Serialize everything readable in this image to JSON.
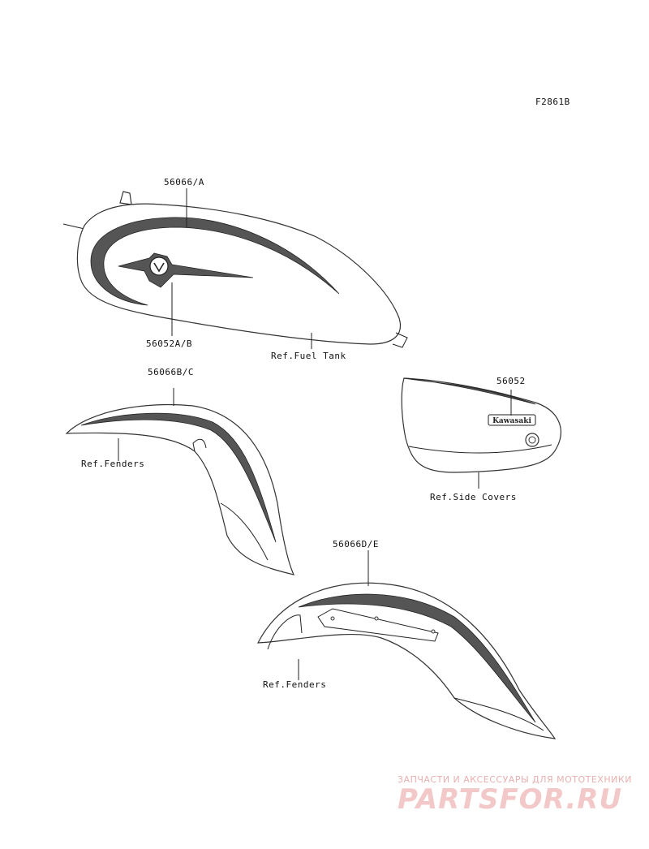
{
  "figure_code": "F2861B",
  "labels": {
    "tank_stripe": "56066/A",
    "tank_emblem": "56052A/B",
    "ref_fuel_tank": "Ref.Fuel Tank",
    "front_fender_stripe": "56066B/C",
    "ref_fenders_front": "Ref.Fenders",
    "side_cover_emblem": "56052",
    "ref_side_covers": "Ref.Side Covers",
    "rear_fender_stripe": "56066D/E",
    "ref_fenders_rear": "Ref.Fenders"
  },
  "side_cover_logo_text": "Kawasaki",
  "watermark": {
    "top_line": "ЗАПЧАСТИ И АКСЕССУАРЫ ДЛЯ МОТОТЕХНИКИ",
    "logo": "PARTSFOR.RU"
  },
  "colors": {
    "line": "#222222",
    "stripe_fill": "#555555",
    "watermark": "#f2c8c8"
  }
}
